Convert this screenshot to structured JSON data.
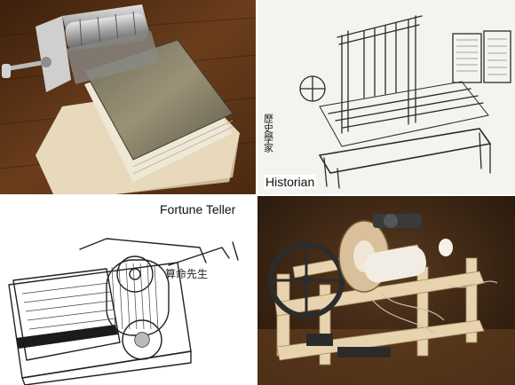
{
  "collage": {
    "panels": [
      {
        "caption": ""
      },
      {
        "caption": "Historian",
        "calligraphy": "歷史學家"
      },
      {
        "caption": "Fortune Teller",
        "calligraphy": "算命先生"
      },
      {
        "caption": ""
      }
    ]
  },
  "colors": {
    "wood_floor": "#5a3316",
    "paper": "#f4f3ee",
    "ink": "#2a2a2a",
    "pale_wood": "#e6d2ad",
    "dark_backdrop": "#2a1a10"
  }
}
